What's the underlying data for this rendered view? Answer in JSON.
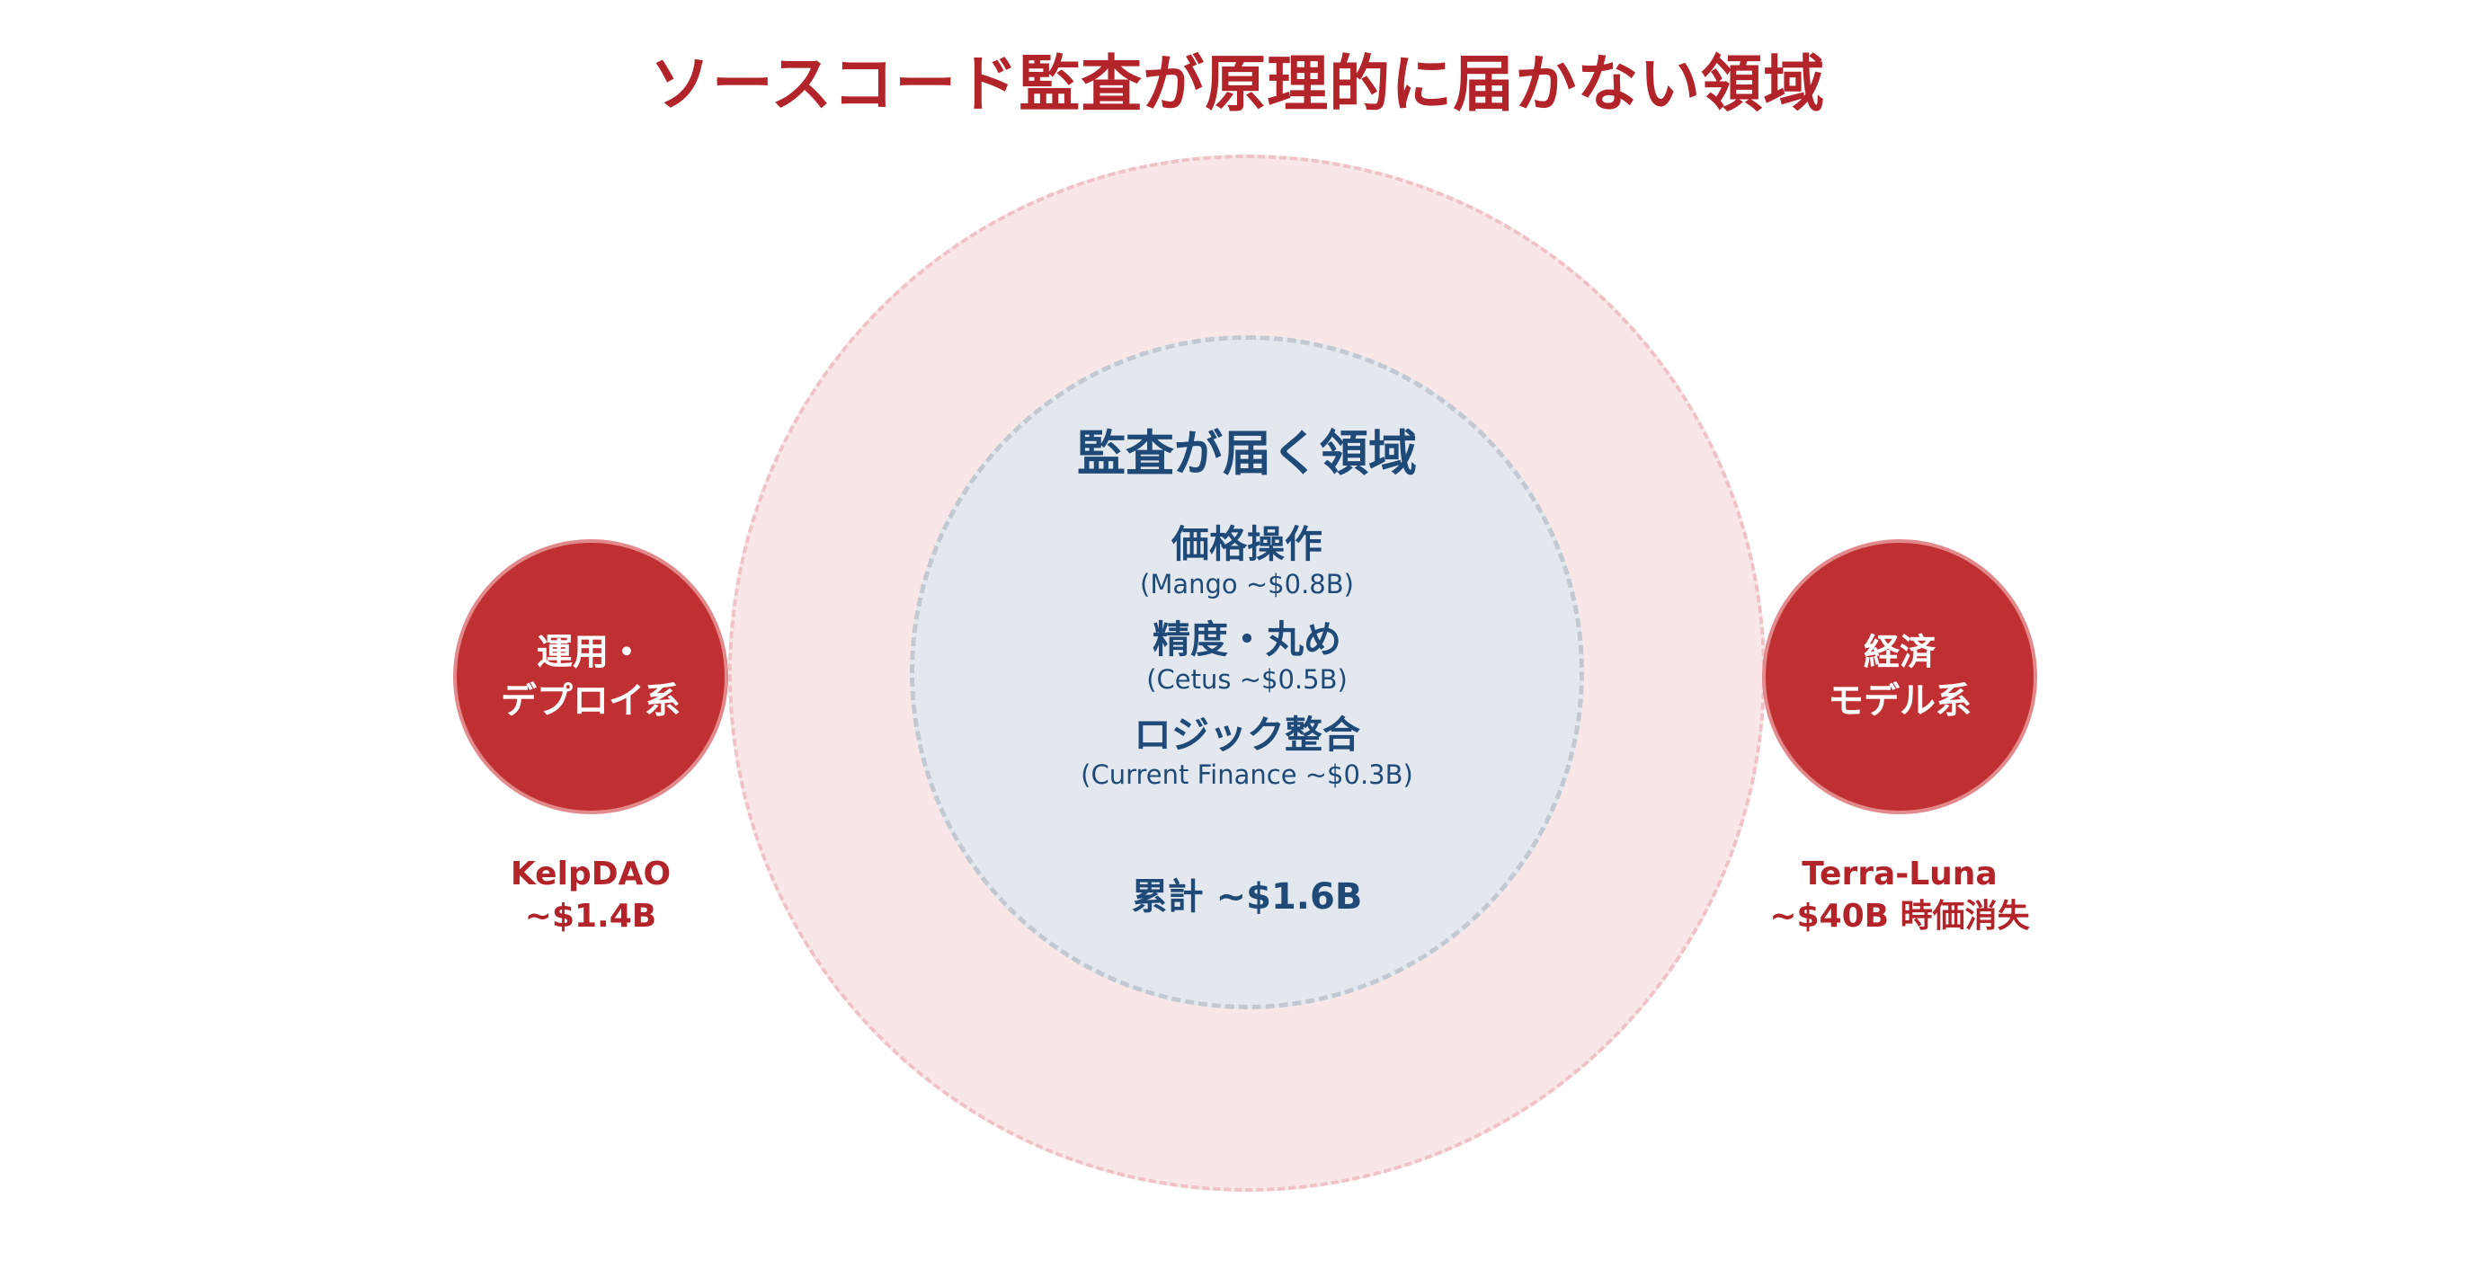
{
  "title": "ソースコード監査が原理的に届かない領域",
  "inner": {
    "heading": "監査が届く領域",
    "items": [
      {
        "label": "価格操作",
        "example": "(Mango ~$0.8B)"
      },
      {
        "label": "精度・丸め",
        "example": "(Cetus ~$0.5B)"
      },
      {
        "label": "ロジック整合",
        "example": "(Current Finance ~$0.3B)"
      }
    ],
    "total": "累計  ~$1.6B"
  },
  "left": {
    "line1": "運用・",
    "line2": "デプロイ系",
    "caption1": "KelpDAO",
    "caption2": "~$1.4B"
  },
  "right": {
    "line1": "経済",
    "line2": "モデル系",
    "caption1": "Terra-Luna",
    "caption2": "~$40B 時価消失"
  },
  "colors": {
    "accent_red": "#b3232a",
    "outer_zone": "#f9e7e8",
    "inner_zone": "#e3e8ef",
    "inner_text": "#1f4a78",
    "side_circle": "#c03033"
  }
}
